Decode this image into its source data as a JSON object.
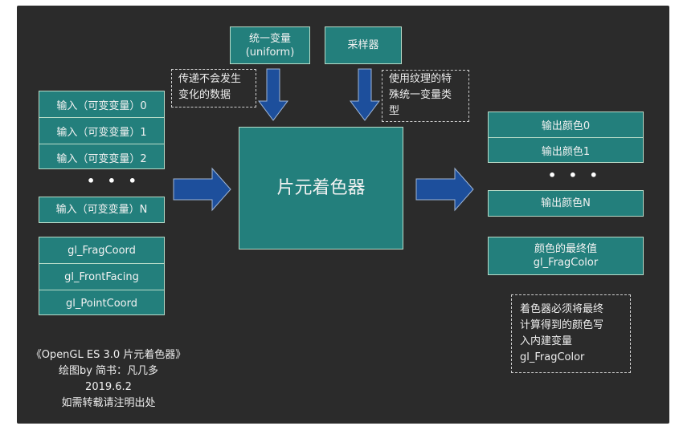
{
  "top_inputs": {
    "uniform_box": {
      "line1": "统一变量",
      "line2": "(uniform)"
    },
    "sampler_box": {
      "label": "采样器"
    }
  },
  "notes": {
    "uniform_note": {
      "line1": "传递不会发生",
      "line2": "变化的数据"
    },
    "sampler_note": {
      "line1": "使用纹理的特",
      "line2": "殊统一变量类",
      "line3": "型"
    },
    "output_note": {
      "line1": "着色器必须将最终",
      "line2": "计算得到的颜色写",
      "line3": "入内建变量",
      "line4": "gl_FragColor"
    }
  },
  "inputs": {
    "varyings": [
      "输入（可变变量）0",
      "输入（可变变量）1",
      "输入（可变变量）2"
    ],
    "ellipsis": "• • •",
    "varying_n": "输入（可变变量）N",
    "builtins": [
      "gl_FragCoord",
      "gl_FrontFacing",
      "gl_PointCoord"
    ]
  },
  "center": {
    "label": "片元着色器"
  },
  "outputs": {
    "colors": [
      "输出颜色0",
      "输出颜色1"
    ],
    "ellipsis": "• • •",
    "color_n": "输出颜色N",
    "final": {
      "line1": "颜色的最终值",
      "line2": "gl_FragColor"
    }
  },
  "credits": {
    "line1": "《OpenGL ES 3.0 片元着色器》",
    "line2": "绘图by 简书：凡几多",
    "line3": "2019.6.2",
    "line4": "如需转载请注明出处"
  },
  "colors": {
    "background": "#2b2b2b",
    "box_fill": "#237f7c",
    "box_border": "#b9dcc9",
    "arrow_fill": "#1d4f9c",
    "arrow_stroke": "#9fb6d6"
  }
}
